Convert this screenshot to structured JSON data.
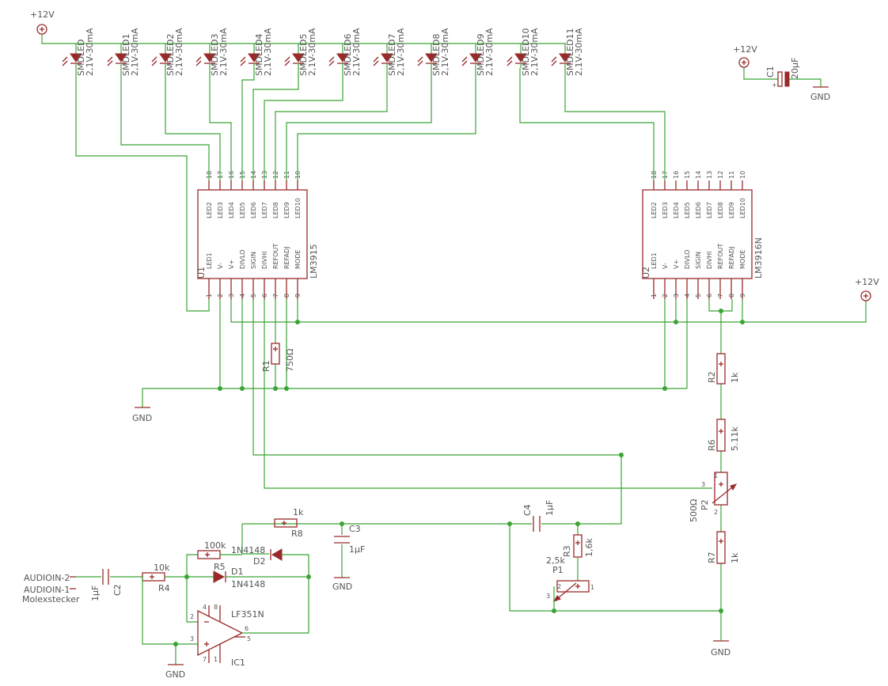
{
  "power": {
    "vcc": "+12V",
    "gnd": "GND"
  },
  "leds": [
    {
      "name": "SMDLED",
      "value": "2,1V-30mA"
    },
    {
      "name": "SMDLED1",
      "value": "2,1V-30mA"
    },
    {
      "name": "SMDLED2",
      "value": "2,1V-30mA"
    },
    {
      "name": "SMDLED3",
      "value": "2,1V-30mA"
    },
    {
      "name": "SMDLED4",
      "value": "2,1V-30mA"
    },
    {
      "name": "SMDLED5",
      "value": "2,1V-30mA"
    },
    {
      "name": "SMDLED6",
      "value": "2,1V-30mA"
    },
    {
      "name": "SMDLED7",
      "value": "2,1V-30mA"
    },
    {
      "name": "SMDLED8",
      "value": "2,1V-30mA"
    },
    {
      "name": "SMDLED9",
      "value": "2,1V-30mA"
    },
    {
      "name": "SMDLED10",
      "value": "2,1V-30mA"
    },
    {
      "name": "SMDLED11",
      "value": "2,1V-30mA"
    }
  ],
  "chips": [
    {
      "name": "U1",
      "part": "LM3915"
    },
    {
      "name": "U2",
      "part": "LM3916N"
    }
  ],
  "chip_pins": {
    "top_numbers": [
      "18",
      "17",
      "16",
      "15",
      "14",
      "13",
      "12",
      "11",
      "10"
    ],
    "top_names": [
      "LED2",
      "LED3",
      "LED4",
      "LED5",
      "LED6",
      "LED7",
      "LED8",
      "LED9",
      "LED10"
    ],
    "bottom_numbers": [
      "1",
      "2",
      "3",
      "4",
      "5",
      "6",
      "7",
      "8",
      "9"
    ],
    "bottom_names": [
      "LED1",
      "V-",
      "V+",
      "DIVLO",
      "SIGIN",
      "DIVHI",
      "REFOUT",
      "REFADJ",
      "MODE"
    ]
  },
  "components": {
    "c1": {
      "name": "C1",
      "value": "20µF"
    },
    "r1": {
      "name": "R1",
      "value": "750Ω"
    },
    "r2": {
      "name": "R2",
      "value": "1k"
    },
    "r6": {
      "name": "R6",
      "value": "5.11k"
    },
    "p2": {
      "name": "P2",
      "value": "500Ω",
      "pin1": "1",
      "pin2": "2",
      "pin3": "3"
    },
    "r7": {
      "name": "R7",
      "value": "1k"
    },
    "r3": {
      "name": "R3",
      "value": "1,6k"
    },
    "p1": {
      "name": "P1",
      "value": "2,5k",
      "pin1": "1",
      "pin2": "2",
      "pin3": "3"
    },
    "c4": {
      "name": "C4",
      "value": "1µF"
    },
    "r8": {
      "name": "R8",
      "value": "1k"
    },
    "c3": {
      "name": "C3",
      "value": "1µF"
    },
    "r5": {
      "name": "R5",
      "value": "100k"
    },
    "d1": {
      "name": "D1",
      "value": "1N4148"
    },
    "d2": {
      "name": "D2",
      "value": "1N4148"
    },
    "r4": {
      "name": "R4",
      "value": "10k"
    },
    "c2": {
      "name": "C2",
      "value": "1µF"
    },
    "ic1": {
      "name": "IC1",
      "value": "LF351N",
      "pins": [
        "2",
        "3",
        "4",
        "8",
        "6",
        "5",
        "7",
        "1"
      ]
    }
  },
  "connector": {
    "pins": [
      "AUDIOIN-2",
      "AUDIOIN-1"
    ],
    "name": "Molexstecker"
  },
  "colors": {
    "wire": "#3aa535",
    "part": "#9a2a2a",
    "text": "#7a7a7a"
  }
}
